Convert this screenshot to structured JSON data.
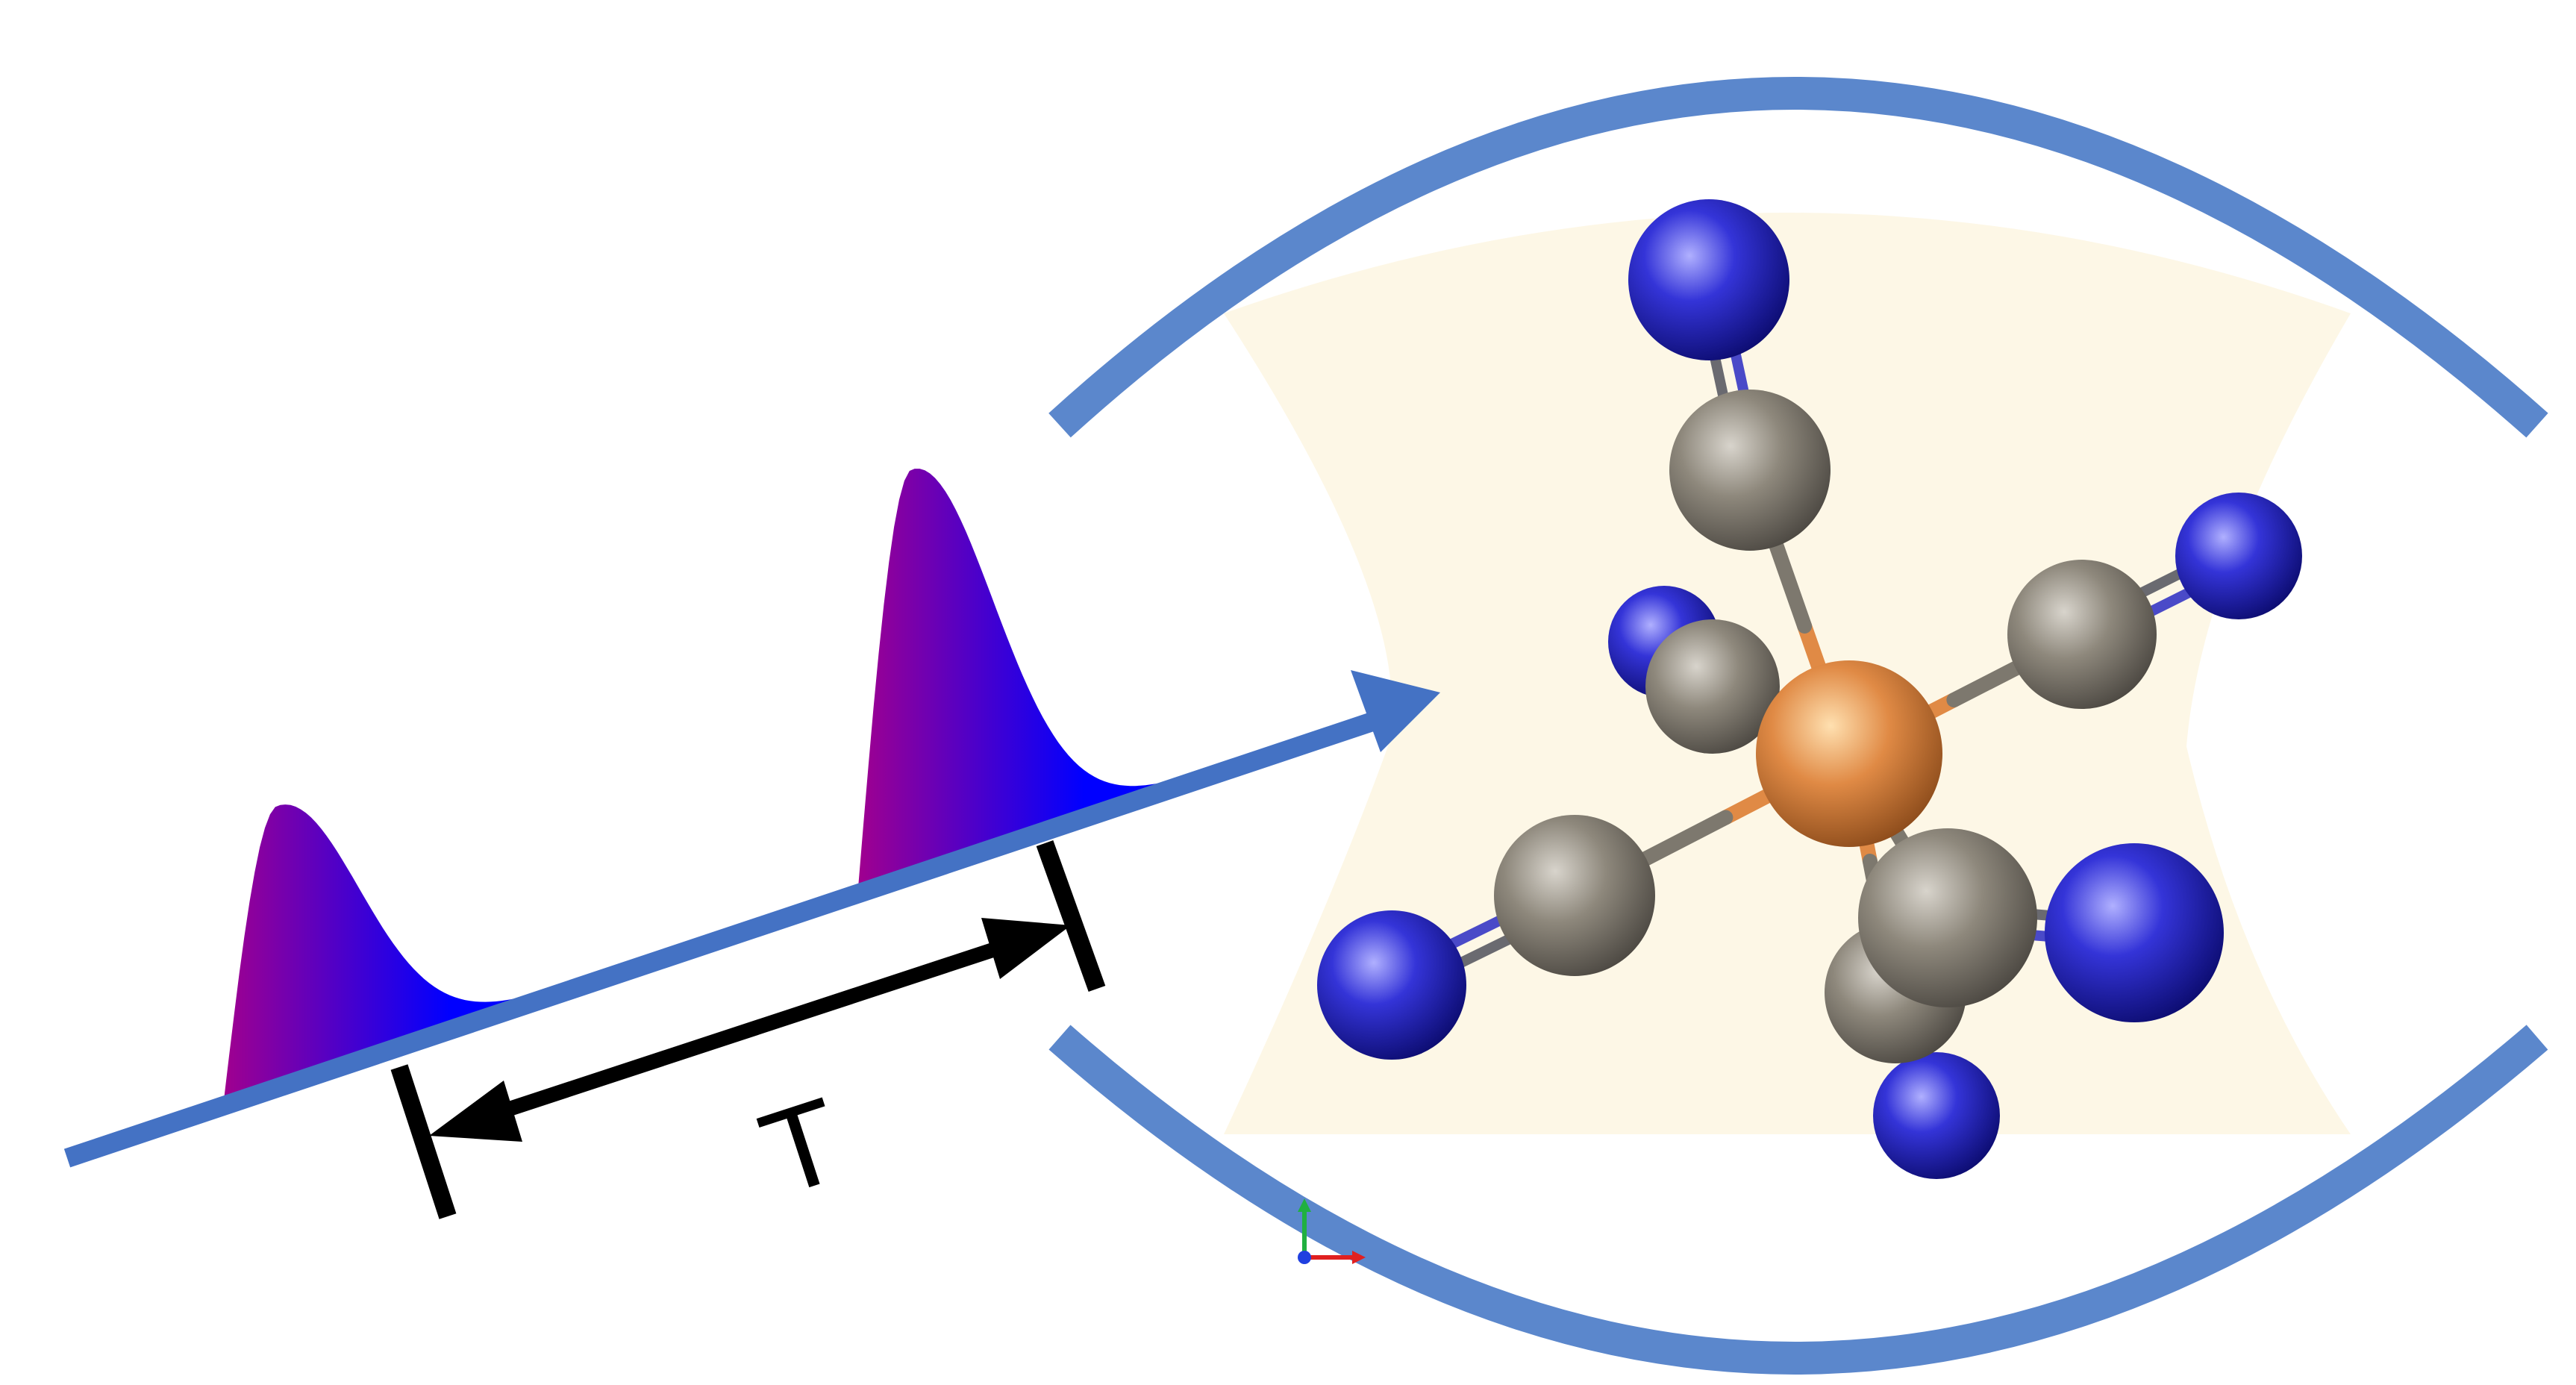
{
  "labels": {
    "period": "T"
  },
  "colors": {
    "beam": "#4472c4",
    "mirror": "#5b87cc",
    "cavity_fill": "#fdf7e6",
    "pulse_left": "#a0008f",
    "pulse_right": "#0000ff",
    "carbon": "#8a8478",
    "nitrogen": "#2a2ad0",
    "metal": "#e08a45",
    "bond": "#7d786e",
    "arrow": "#000000"
  },
  "molecule": {
    "center_atom": "metal",
    "ligands": [
      {
        "first": "carbon",
        "second": "nitrogen"
      },
      {
        "first": "carbon",
        "second": "nitrogen"
      },
      {
        "first": "carbon",
        "second": "nitrogen"
      },
      {
        "first": "carbon",
        "second": "nitrogen"
      },
      {
        "first": "carbon",
        "second": "nitrogen"
      },
      {
        "first": "carbon",
        "second": "nitrogen"
      }
    ]
  },
  "pulses": {
    "count": 2,
    "relative_heights": [
      1,
      1.45
    ]
  },
  "axes_icon": {
    "colors": [
      "#e02020",
      "#20b040",
      "#2040e0"
    ]
  }
}
